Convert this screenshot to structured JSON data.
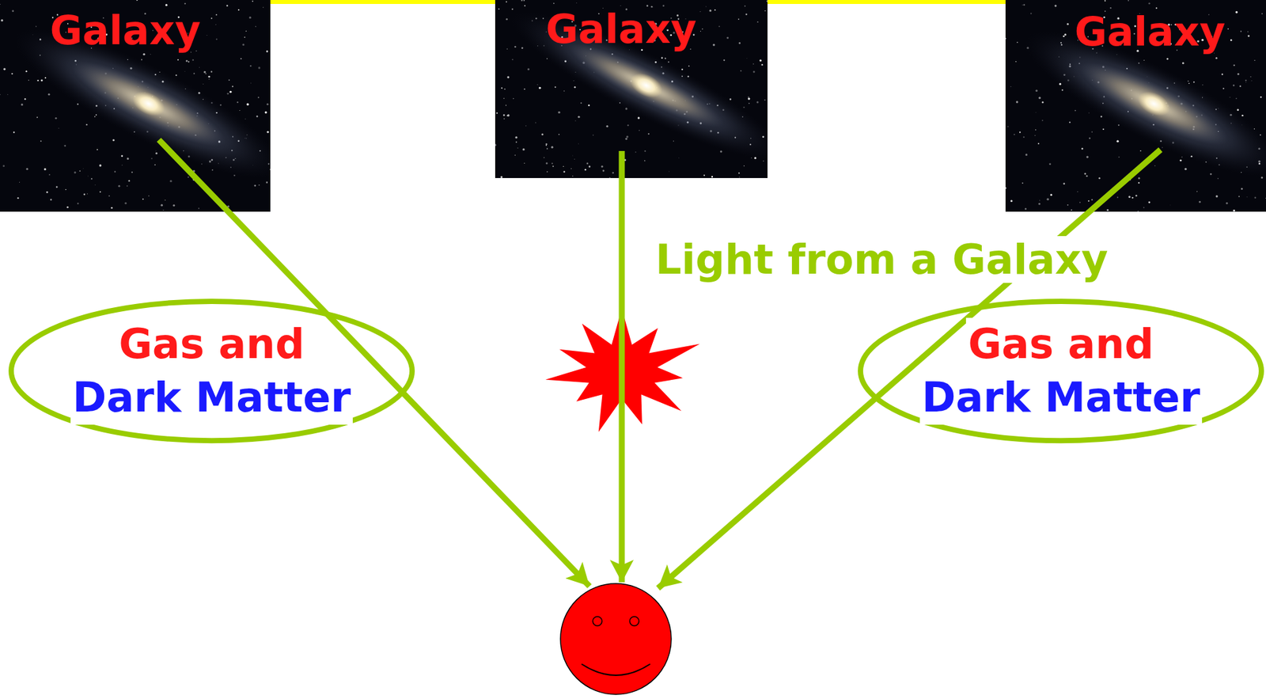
{
  "diagram": {
    "nodes": [
      {
        "text": [
          "Galaxy"
        ]
      },
      {
        "text": [
          "Galaxy"
        ]
      },
      {
        "text": [
          "Galaxy"
        ]
      },
      {
        "text": [
          "Gas and",
          "Dark Matter"
        ]
      },
      {
        "text": [
          "Gas and",
          "Dark Matter"
        ]
      }
    ],
    "labels": [
      "Light from a Galaxy"
    ]
  }
}
